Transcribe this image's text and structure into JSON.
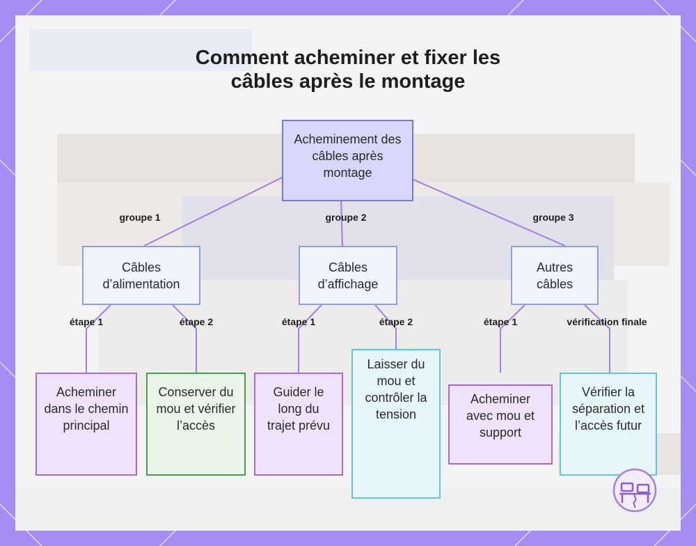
{
  "title": {
    "line1": "Comment acheminer et fixer les",
    "line2": "câbles après le montage"
  },
  "colors": {
    "frame": "#a58cf2",
    "root_fill": "#d6d7fb",
    "root_border": "#7777d4",
    "group_border": "#8f9fdc",
    "connector": "#a27de6",
    "leaf_purple": "#a46bd4",
    "leaf_green": "#3ea04f",
    "leaf_cyan": "#5ec7da"
  },
  "root": {
    "label": "Acheminement des câbles après montage"
  },
  "groups": [
    {
      "edge": "groupe 1",
      "label": "Câbles d’alimentation"
    },
    {
      "edge": "groupe 2",
      "label": "Câbles d’affichage"
    },
    {
      "edge": "groupe 3",
      "label": "Autres câbles"
    }
  ],
  "leaves": [
    {
      "edge": "étape 1",
      "label": "Acheminer dans le chemin principal"
    },
    {
      "edge": "étape 2",
      "label": "Conserver du mou et vérifier l’accès"
    },
    {
      "edge": "étape 1",
      "label": "Guider le long du trajet prévu"
    },
    {
      "edge": "étape 2",
      "label": "Laisser du mou et contrôler la tension"
    },
    {
      "edge": "étape 1",
      "label": "Acheminer avec mou et support"
    },
    {
      "edge": "vérification finale",
      "label": "Vérifier la séparation et l’accès futur"
    }
  ],
  "icons": {
    "logo": "desk-setup-icon"
  }
}
